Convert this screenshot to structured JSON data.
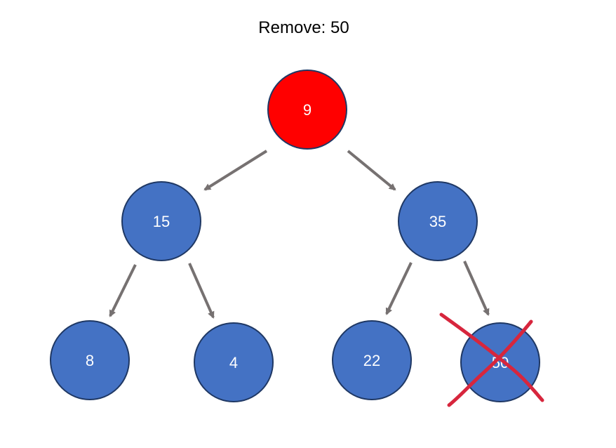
{
  "title": "Remove: 50",
  "colors": {
    "node_fill": "#4472c4",
    "node_stroke": "#1f3864",
    "root_fill": "#ff0000",
    "edge": "#767171",
    "cross_mark": "#d7263d"
  },
  "tree": {
    "root": {
      "value": "9",
      "highlight": true
    },
    "level1": [
      {
        "value": "15",
        "highlight": false
      },
      {
        "value": "35",
        "highlight": false
      }
    ],
    "level2": [
      {
        "value": "8",
        "highlight": false
      },
      {
        "value": "4",
        "highlight": false
      },
      {
        "value": "22",
        "highlight": false
      },
      {
        "value": "50",
        "highlight": false,
        "removed": true
      }
    ]
  },
  "icons": {
    "removal_mark": "cross-icon"
  }
}
